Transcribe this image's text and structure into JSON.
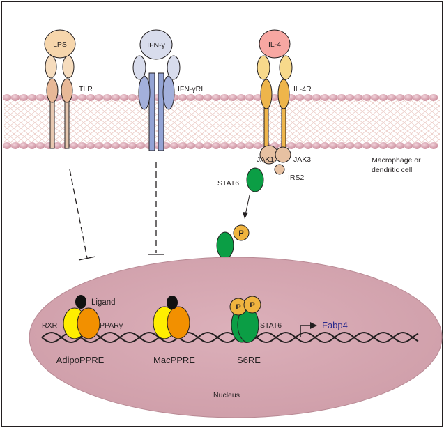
{
  "ligands": {
    "lps": "LPS",
    "ifng": "IFN-γ",
    "il4": "IL-4"
  },
  "receptors": {
    "tlr": "TLR",
    "ifngr": "IFN-γRI",
    "il4r": "IL-4R"
  },
  "signaling": {
    "jak1": "JAK1",
    "jak3": "JAK3",
    "stat6": "STAT6",
    "irs2": "IRS2",
    "phospho": "P"
  },
  "cell": {
    "label_line1": "Macrophage or",
    "label_line2": "dendritic cell"
  },
  "nucleus": {
    "label": "Nucleus",
    "ligand": "Ligand",
    "rxr": "RXR",
    "ppar": "PPARγ",
    "stat6": "STAT6",
    "elements": [
      "AdipoPPRE",
      "MacPPRE",
      "S6RE"
    ],
    "gene": "Fabp4"
  },
  "colors": {
    "lps": "#f6d6ac",
    "ifng": "#d8dcec",
    "il4": "#f7a7a2",
    "tlr_body": "#e7b897",
    "ifngr_body": "#93a3d4",
    "il4r_body": "#eeb54b",
    "jak": "#e7c1a2",
    "stat6": "#0b9e45",
    "phospho": "#f0b43f",
    "rxr": "#ffee00",
    "ppar": "#f29000",
    "nucleus": "#d9aab4",
    "membrane_head": "#d9a8b4"
  }
}
